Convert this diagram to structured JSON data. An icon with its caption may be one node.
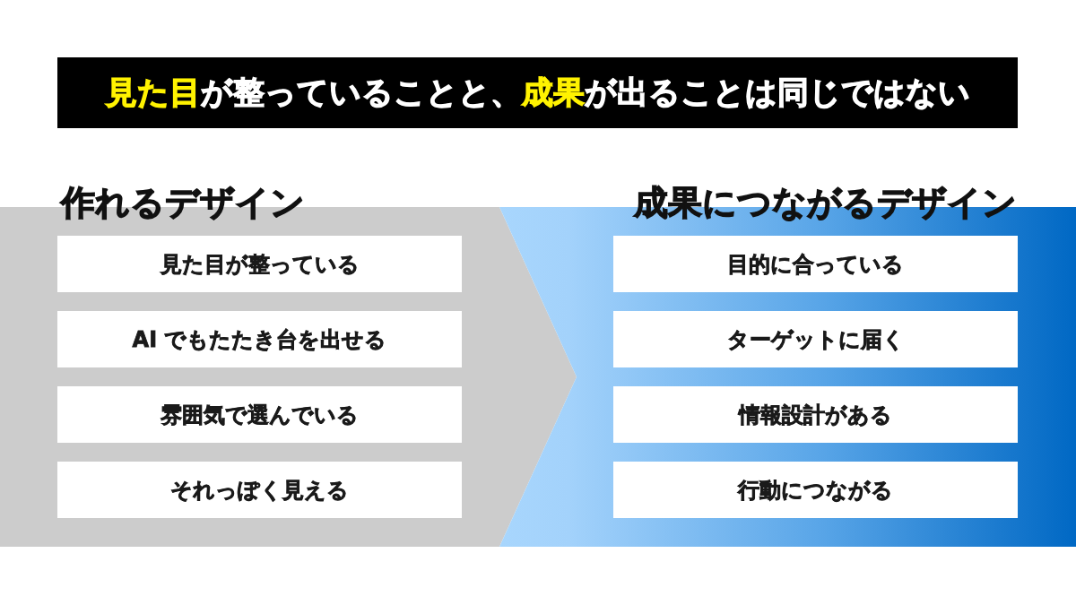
{
  "diagram": {
    "title": "**見た目**が整っていることと、**成果**が出ることは同じではない",
    "nodes": [
      {
        "text": [
          "作れるデザイン"
        ]
      },
      {
        "text": [
          "見た目が整っている"
        ],
        "in": 0
      },
      {
        "text": [
          "AI でもたたき台を出せる"
        ],
        "in": 0
      },
      {
        "text": [
          "雰囲気で選んでいる"
        ],
        "in": 0
      },
      {
        "text": [
          "それっぽく見える"
        ],
        "in": 0
      },
      {
        "text": [
          "成果につながるデザイン"
        ]
      },
      {
        "text": [
          "目的に合っている"
        ],
        "in": 5
      },
      {
        "text": [
          "ターゲットに届く"
        ],
        "in": 5
      },
      {
        "text": [
          "情報設計がある"
        ],
        "in": 5
      },
      {
        "text": [
          "行動につながる"
        ],
        "in": 5
      }
    ]
  }
}
